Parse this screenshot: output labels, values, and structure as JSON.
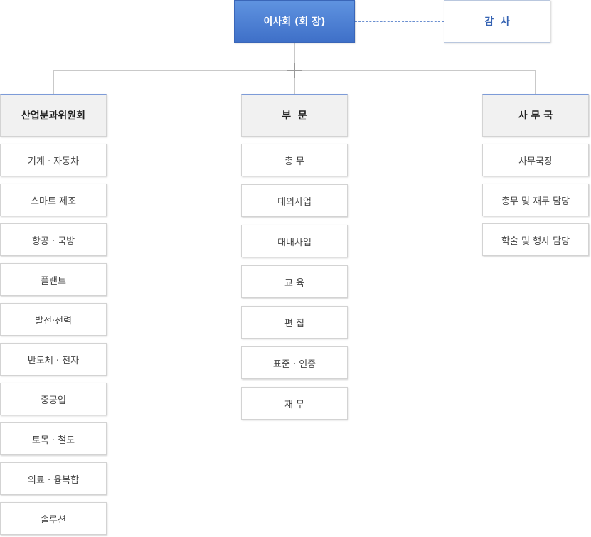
{
  "chart": {
    "root": "이사회 (회 장)",
    "audit": "감  사",
    "columns": [
      {
        "title": "산업분과위원회",
        "items": [
          "기계 · 자동차",
          "스마트 제조",
          "항공 · 국방",
          "플랜트",
          "발전·전력",
          "반도체 · 전자",
          "중공업",
          "토목 · 철도",
          "의료 · 융복합",
          "솔루션"
        ]
      },
      {
        "title": "부  문",
        "items": [
          "총 무",
          "대외사업",
          "대내사업",
          "교 육",
          "편 집",
          "표준 · 인증",
          "재 무"
        ]
      },
      {
        "title": "사 무 국",
        "items": [
          "사무국장",
          "총무 및 재무 담당",
          "학술 및 행사 담당"
        ]
      }
    ]
  }
}
